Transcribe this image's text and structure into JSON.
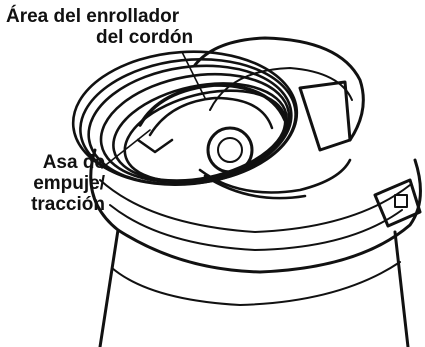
{
  "figure": {
    "callout_cord_area": {
      "line1": "Área del enrollador",
      "line2": "del cordón"
    },
    "callout_handle": {
      "line1": "Asa de",
      "line2": "empuje/",
      "line3": "tracción"
    }
  }
}
